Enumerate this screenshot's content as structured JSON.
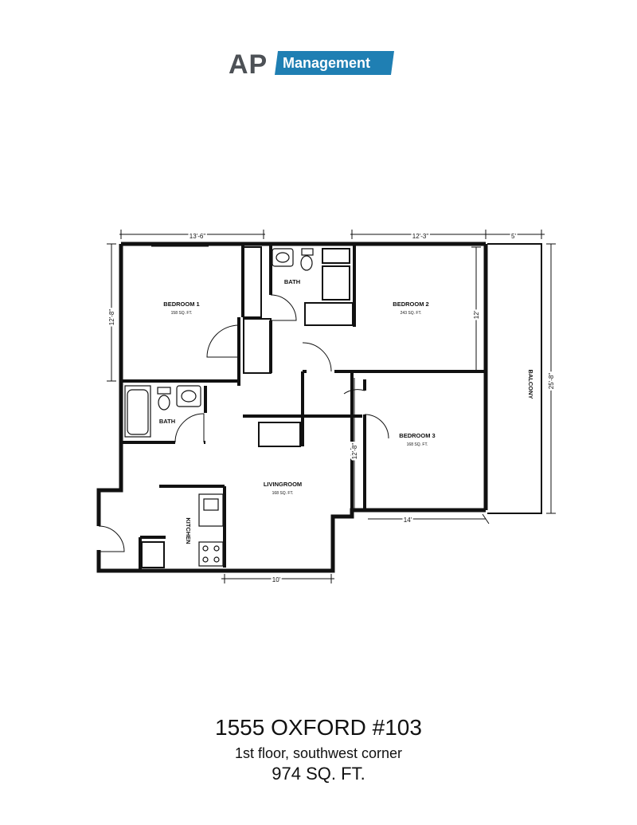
{
  "logo": {
    "ap": "AP",
    "management": "Management",
    "brand_color": "#1f7fb3",
    "text_color": "#4d5156"
  },
  "plan": {
    "rooms": {
      "bedroom1": {
        "name": "BEDROOM 1",
        "area": "158 SQ. FT."
      },
      "bedroom2": {
        "name": "BEDROOM 2",
        "area": "243 SQ. FT."
      },
      "bedroom3": {
        "name": "BEDROOM 3",
        "area": "168 SQ. FT."
      },
      "bath_top": "BATH",
      "bath_left": "BATH",
      "livingroom": {
        "name": "LIVINGROOM",
        "area": "168 SQ. FT."
      },
      "kitchen": "KITCHEN",
      "balcony": "BALCONY"
    },
    "dimensions": {
      "top_left": "13'-6\"",
      "top_mid": "12'-3\"",
      "top_right": "5'",
      "left": "12'-8\"",
      "bedroom2_right": "12'",
      "right": "25'-8\"",
      "bedroom3_left": "12'-8\"",
      "bottom_right": "14'",
      "bottom_mid": "10'"
    }
  },
  "footer": {
    "title": "1555 OXFORD #103",
    "subtitle": "1st floor, southwest corner",
    "area": "974 SQ. FT."
  }
}
